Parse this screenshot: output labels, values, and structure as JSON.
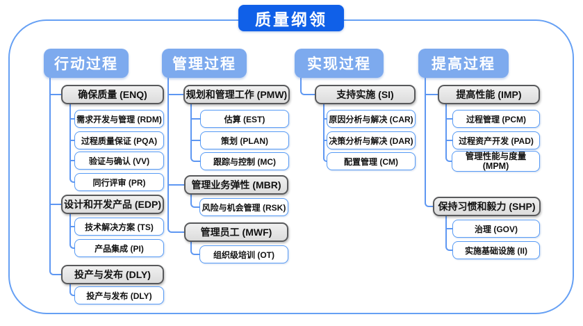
{
  "title": "质量纲领",
  "colors": {
    "title_bg": "#1060e8",
    "column_header_bg": "#7daaee",
    "connector": "#5e97f2",
    "frame_border": "#66a0f4",
    "group_fill": "#e3e3e3",
    "group_border": "#58595b",
    "leaf_border": "#569af5"
  },
  "columns": [
    {
      "header": "行动过程",
      "groups": [
        {
          "title": "确保质量 (ENQ)",
          "children": [
            "需求开发与管理 (RDM)",
            "过程质量保证 (PQA)",
            "验证与确认 (VV)",
            "同行评审 (PR)"
          ]
        },
        {
          "title": "设计和开发产品 (EDP)",
          "children": [
            "技术解决方案 (TS)",
            "产品集成 (PI)"
          ]
        },
        {
          "title": "投产与发布 (DLY)",
          "children": [
            "投产与发布 (DLY)"
          ]
        }
      ]
    },
    {
      "header": "管理过程",
      "groups": [
        {
          "title": "规划和管理工作 (PMW)",
          "children": [
            "估算 (EST)",
            "策划 (PLAN)",
            "跟踪与控制 (MC)"
          ]
        },
        {
          "title": "管理业务弹性 (MBR)",
          "children": [
            "风险与机会管理 (RSK)"
          ]
        },
        {
          "title": "管理员工 (MWF)",
          "children": [
            "组织级培训 (OT)"
          ]
        }
      ]
    },
    {
      "header": "实现过程",
      "groups": [
        {
          "title": "支持实施 (SI)",
          "children": [
            "原因分析与解决 (CAR)",
            "决策分析与解决 (DAR)",
            "配置管理 (CM)"
          ]
        }
      ]
    },
    {
      "header": "提高过程",
      "groups": [
        {
          "title": "提高性能 (IMP)",
          "children": [
            "过程管理 (PCM)",
            "过程资产开发 (PAD)",
            "管理性能与度量 (MPM)"
          ]
        },
        {
          "title": "保持习惯和毅力 (SHP)",
          "children": [
            "治理 (GOV)",
            "实施基础设施 (II)"
          ]
        }
      ]
    }
  ]
}
